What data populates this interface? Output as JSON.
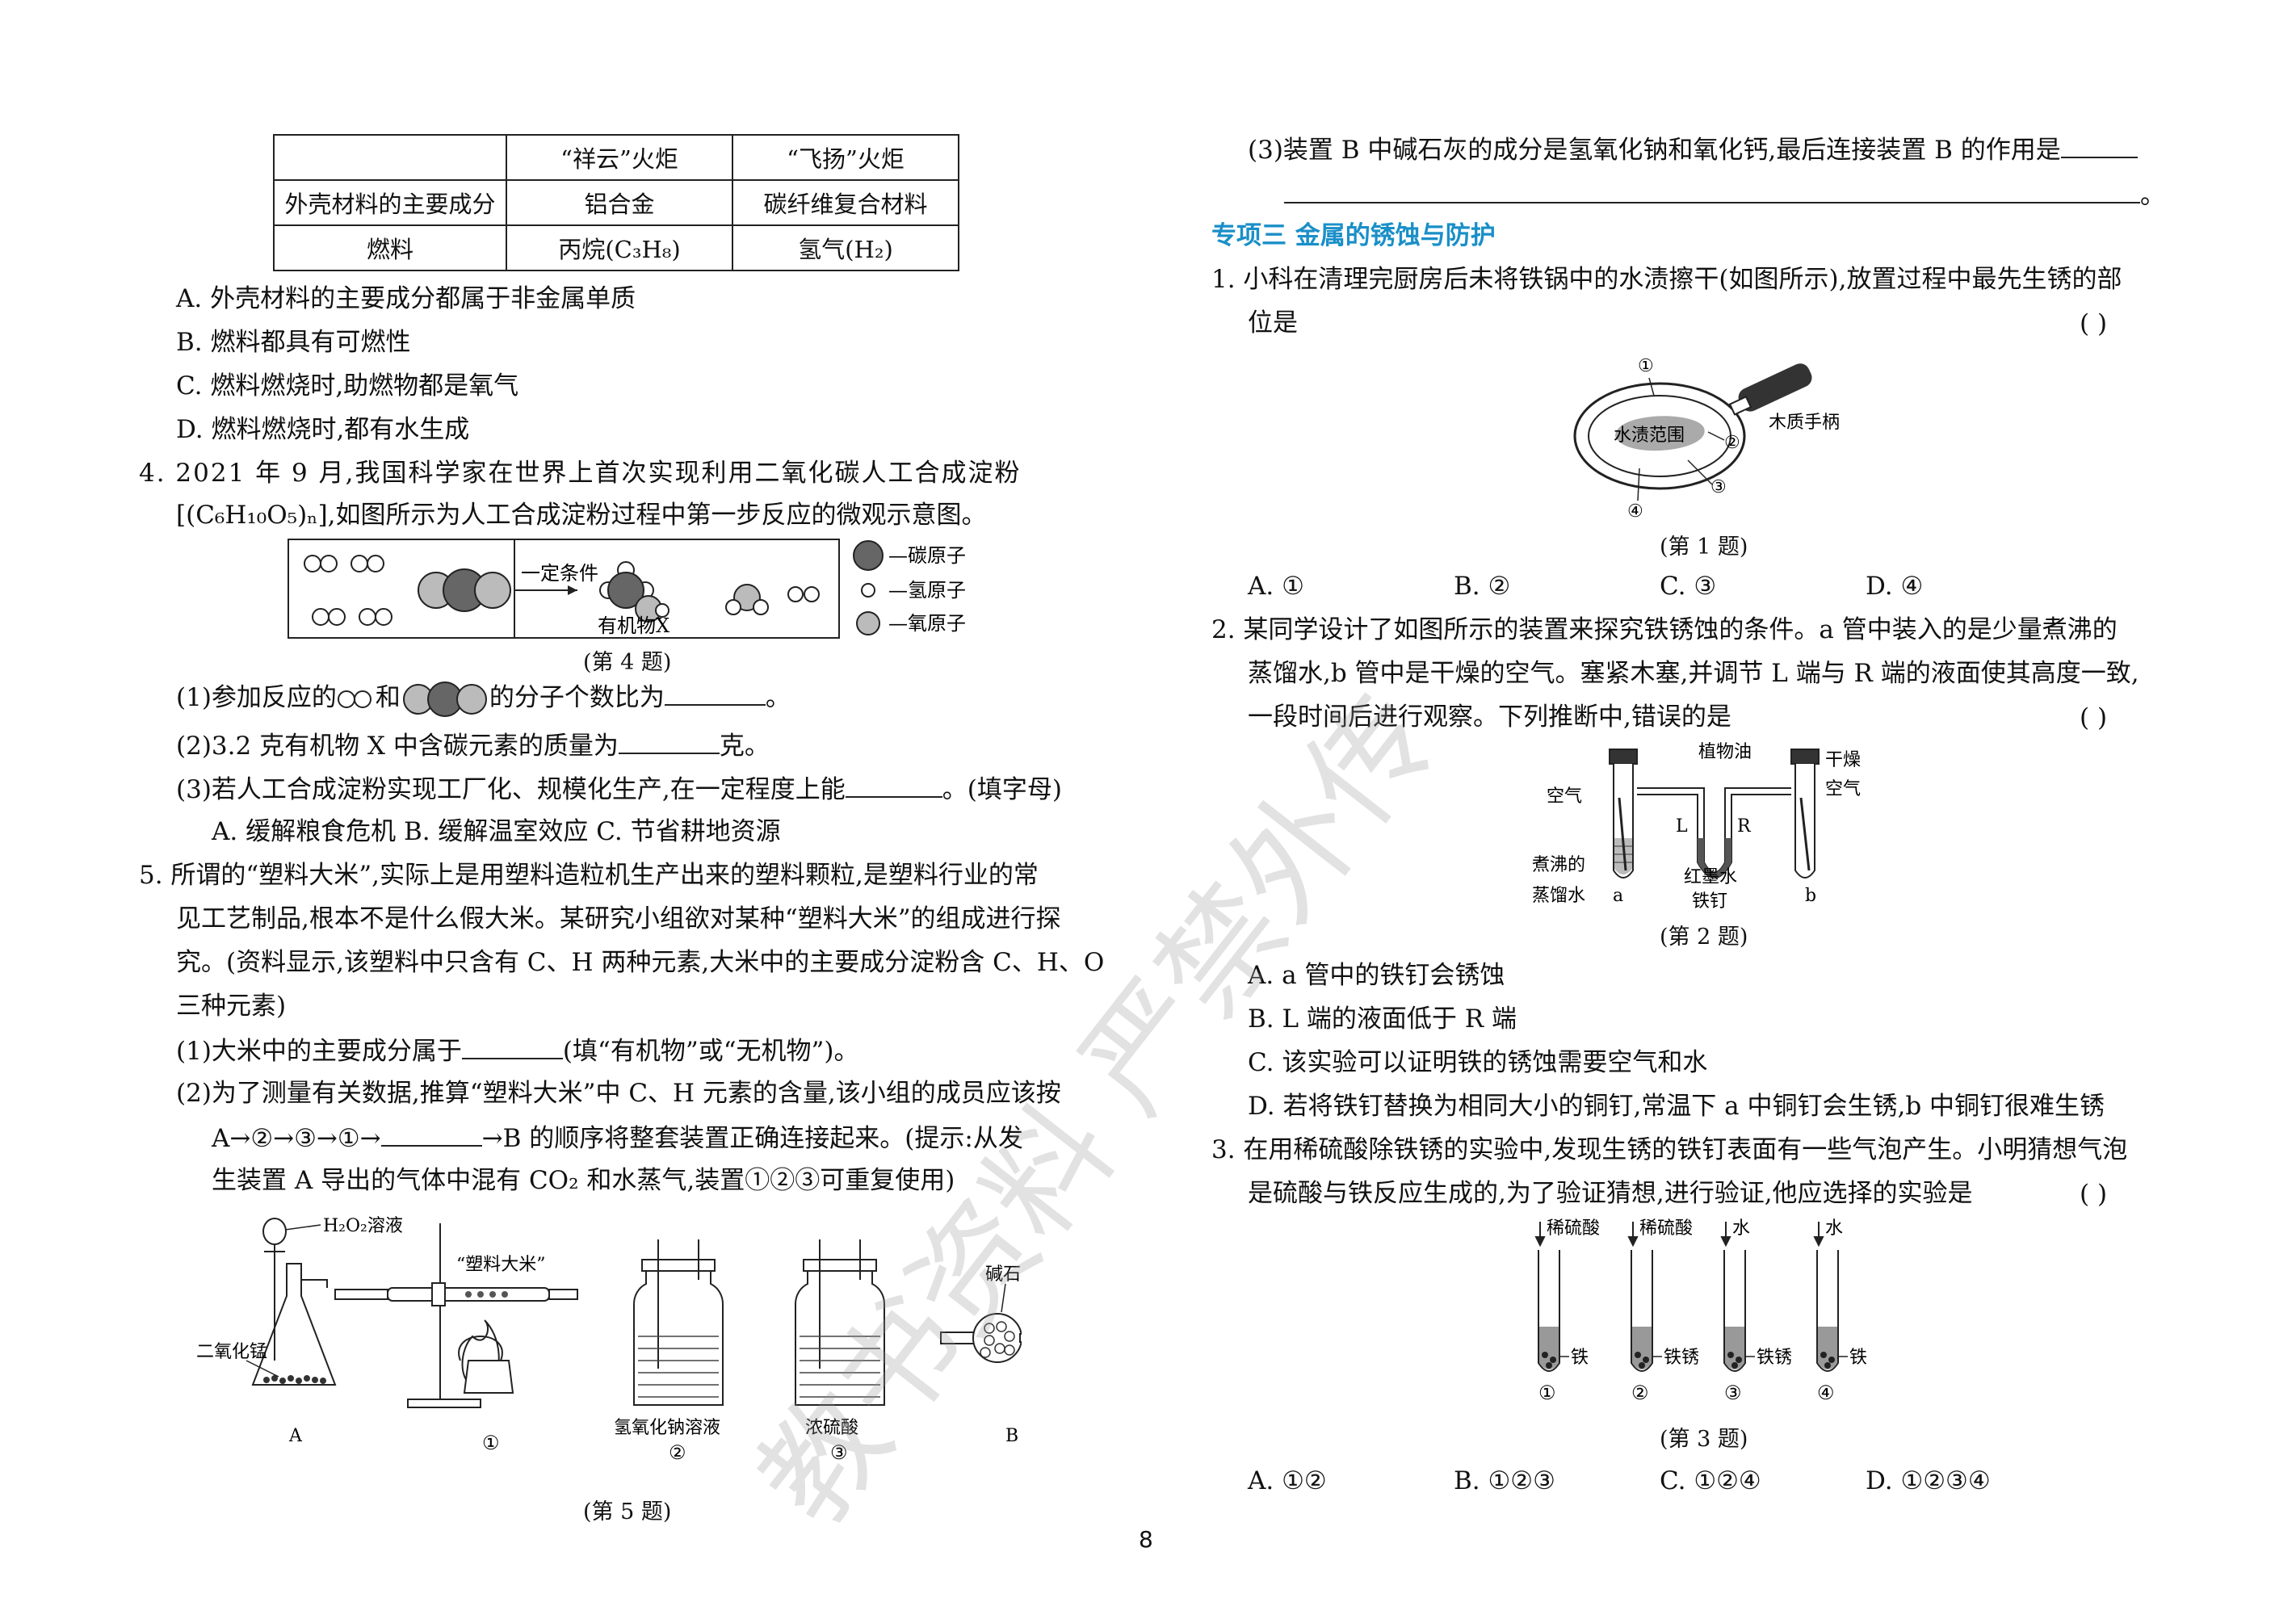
{
  "left": {
    "table": {
      "headers": [
        "",
        "“祥云”火炬",
        "“飞扬”火炬"
      ],
      "rows": [
        [
          "外壳材料的主要成分",
          "铝合金",
          "碳纤维复合材料"
        ],
        [
          "燃料",
          "丙烷(C₃H₈)",
          "氢气(H₂)"
        ]
      ]
    },
    "q3_options": [
      "A. 外壳材料的主要成分都属于非金属单质",
      "B. 燃料都具有可燃性",
      "C. 燃料燃烧时,助燃物都是氧气",
      "D. 燃料燃烧时,都有水生成"
    ],
    "q4": {
      "line1": "4. 2021 年 9 月,我国科学家在世界上首次实现利用二氧化碳人工合成淀粉",
      "line2": "[(C₆H₁₀O₅)ₙ],如图所示为人工合成淀粉过程中第一步反应的微观示意图。",
      "condition": "一定条件",
      "product_label": "有机物X",
      "legend": [
        "—碳原子",
        "—氢原子",
        "—氧原子"
      ],
      "caption": "(第 4 题)",
      "sub1_a": "(1)参加反应的",
      "sub1_b": "和",
      "sub1_c": "的分子个数比为",
      "sub1_end": "。",
      "sub2": "(2)3.2 克有机物 X 中含碳元素的质量为",
      "sub2_end": "克。",
      "sub3": "(3)若人工合成淀粉实现工厂化、规模化生产,在一定程度上能",
      "sub3_end": "。(填字母)",
      "sub3_opts": "A. 缓解粮食危机    B. 缓解温室效应    C. 节省耕地资源"
    },
    "q5": {
      "lines": [
        "5. 所谓的“塑料大米”,实际上是用塑料造粒机生产出来的塑料颗粒,是塑料行业的常",
        "见工艺制品,根本不是什么假大米。某研究小组欲对某种“塑料大米”的组成进行探",
        "究。(资料显示,该塑料中只含有 C、H 两种元素,大米中的主要成分淀粉含 C、H、O",
        "三种元素)"
      ],
      "sub1": "(1)大米中的主要成分属于",
      "sub1_end": "(填“有机物”或“无机物”)。",
      "sub2_l1": "(2)为了测量有关数据,推算“塑料大米”中 C、H 元素的含量,该小组的成员应该按",
      "sub2_l2a": "A→②→③→①→",
      "sub2_l2b": "→B 的顺序将整套装置正确连接起来。(提示:从发",
      "sub2_l3": "生装置 A 导出的气体中混有 CO₂ 和水蒸气,装置①②③可重复使用)",
      "fig_labels": {
        "h2o2": "H₂O₂溶液",
        "mno2": "二氧化锰",
        "rice": "“塑料大米”",
        "naoh": "氢氧化钠溶液",
        "h2so4": "浓硫酸",
        "sodalime": "碱石灰",
        "A": "A",
        "one": "①",
        "two": "②",
        "three": "③",
        "B": "B"
      },
      "caption": "(第 5 题)"
    }
  },
  "right": {
    "q5_3_l1": "(3)装置 B 中碱石灰的成分是氢氧化钠和氧化钙,最后连接装置 B 的作用是",
    "q5_3_end": "。",
    "section_title": "专项三   金属的锈蚀与防护",
    "q1": {
      "l1": "1. 小科在清理完厨房后未将铁锅中的水渍擦干(如图所示),放置过程中最先生锈的部",
      "l2": "位是",
      "paren": "(      )",
      "fig": {
        "water": "水渍范围",
        "handle": "木质手柄",
        "n1": "①",
        "n2": "②",
        "n3": "③",
        "n4": "④"
      },
      "caption": "(第 1 题)",
      "options": [
        "A. ①",
        "B. ②",
        "C. ③",
        "D. ④"
      ]
    },
    "q2": {
      "l1": "2. 某同学设计了如图所示的装置来探究铁锈蚀的条件。a 管中装入的是少量煮沸的",
      "l2": "蒸馏水,b 管中是干燥的空气。塞紧木塞,并调节 L 端与 R 端的液面使其高度一致,",
      "l3": "一段时间后进行观察。下列推断中,错误的是",
      "paren": "(      )",
      "fig": {
        "air": "空气",
        "veg_oil": "植物油",
        "dry": "干燥",
        "air2": "空气",
        "L": "L",
        "R": "R",
        "boiled1": "煮沸的",
        "boiled2": "蒸馏水",
        "a": "a",
        "ink": "红墨水",
        "nail": "铁钉",
        "b": "b"
      },
      "caption": "(第 2 题)",
      "options": [
        "A. a 管中的铁钉会锈蚀",
        "B. L 端的液面低于 R 端",
        "C. 该实验可以证明铁的锈蚀需要空气和水",
        "D. 若将铁钉替换为相同大小的铜钉,常温下 a 中铜钉会生锈,b 中铜钉很难生锈"
      ]
    },
    "q3": {
      "l1": "3. 在用稀硫酸除铁锈的实验中,发现生锈的铁钉表面有一些气泡产生。小明猜想气泡",
      "l2": "是硫酸与铁反应生成的,为了验证猜想,进行验证,他应选择的实验是",
      "paren": "(      )",
      "fig": {
        "tubes": [
          {
            "top": "稀硫酸",
            "side": "铁",
            "num": "①"
          },
          {
            "top": "稀硫酸",
            "side": "铁锈",
            "num": "②"
          },
          {
            "top": "水",
            "side": "铁锈",
            "num": "③"
          },
          {
            "top": "水",
            "side": "铁",
            "num": "④"
          }
        ]
      },
      "caption": "(第 3 题)",
      "options": [
        "A. ①②",
        "B. ①②③",
        "C. ①②④",
        "D. ①②③④"
      ]
    }
  },
  "page_number": "8",
  "watermark": "教书资料  严禁外传"
}
